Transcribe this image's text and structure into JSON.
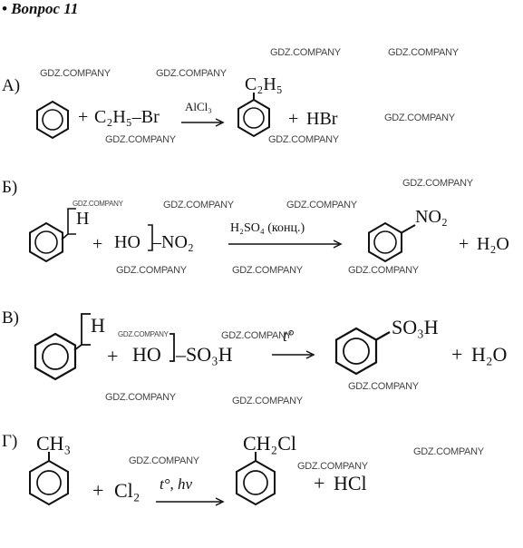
{
  "header": {
    "title": "• Вопрос 11"
  },
  "watermark": "GDZ.COMPANY",
  "reactions": {
    "a": {
      "label": "А)",
      "reagent_plus": "+",
      "reagent": "C₂H₅–Br",
      "catalyst": "AlCl₃",
      "product_sub": "C₂H₅",
      "byproduct_plus": "+",
      "byproduct": "HBr"
    },
    "b": {
      "label": "Б)",
      "h": "H",
      "reagent_plus": "+",
      "reagent_left": "HO",
      "reagent_right": "–NO₂",
      "catalyst": "H₂SO₄ (конц.)",
      "product_sub": "NO₂",
      "byproduct_plus": "+",
      "byproduct": "H₂O"
    },
    "c": {
      "label": "В)",
      "h": "H",
      "reagent_plus": "+",
      "reagent_left": "HO",
      "reagent_right": "–SO₃H",
      "catalyst": "t°",
      "product_sub": "SO₃H",
      "byproduct_plus": "+",
      "byproduct": "H₂O"
    },
    "d": {
      "label": "Г)",
      "start_sub": "CH₃",
      "reagent_plus": "+",
      "reagent": "Cl₂",
      "catalyst": "t°, hν",
      "product_sub": "CH₂Cl",
      "byproduct_plus": "+",
      "byproduct": "HCl"
    }
  }
}
